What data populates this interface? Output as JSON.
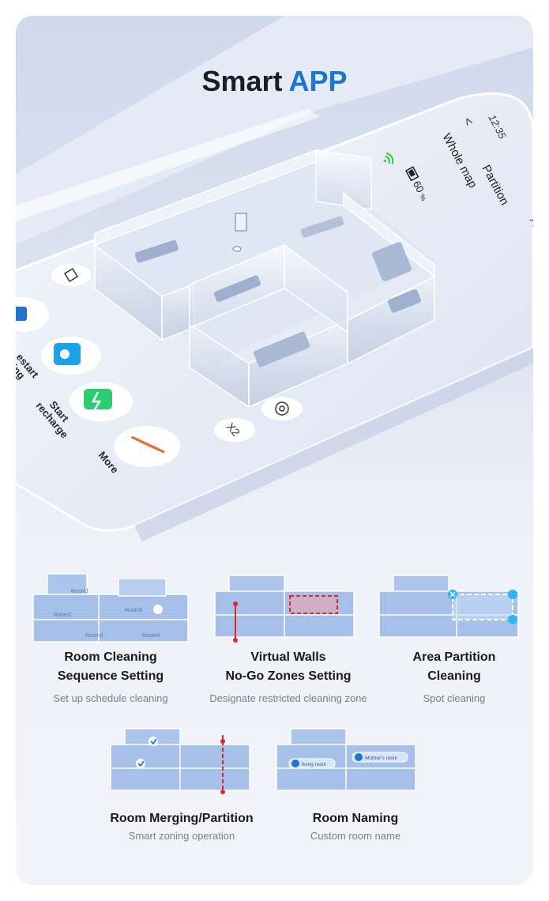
{
  "title": {
    "part1": "Smart",
    "part2": "APP"
  },
  "phone": {
    "time": "12:35",
    "back": "<",
    "tab_whole": "Whole map",
    "tab_partition": "Partition",
    "battery": "60",
    "battery_unit": "%",
    "tab_partial": "A",
    "buttons": [
      {
        "label_a": "estart",
        "label_b": "ing"
      },
      {
        "label_a": "Start",
        "label_b": "recharge"
      },
      {
        "label_a": "More",
        "label_b": ""
      }
    ],
    "x2_label": "X2"
  },
  "colors": {
    "accent": "#1f74d1",
    "wifi": "#2ecc40",
    "recharge": "#2ecc71",
    "more": "#f2672a",
    "wall": "#e0262b",
    "cyan": "#2fb6f0"
  },
  "features": [
    {
      "title1": "Room Cleaning",
      "title2": "Sequence Setting",
      "subtitle": "Set up schedule cleaning",
      "rooms": [
        "Room1",
        "Room2",
        "Room3",
        "Room4",
        "Room5"
      ]
    },
    {
      "title1": "Virtual Walls",
      "title2": "No-Go Zones Setting",
      "subtitle": "Designate restricted cleaning zone"
    },
    {
      "title1": "Area Partition",
      "title2": "Cleaning",
      "subtitle": "Spot cleaning"
    },
    {
      "title1": "Room Merging/Partition",
      "subtitle": "Smart zoning operation"
    },
    {
      "title1": "Room Naming",
      "subtitle": "Custom room name",
      "names": [
        "living room",
        "Mother's room"
      ]
    }
  ]
}
